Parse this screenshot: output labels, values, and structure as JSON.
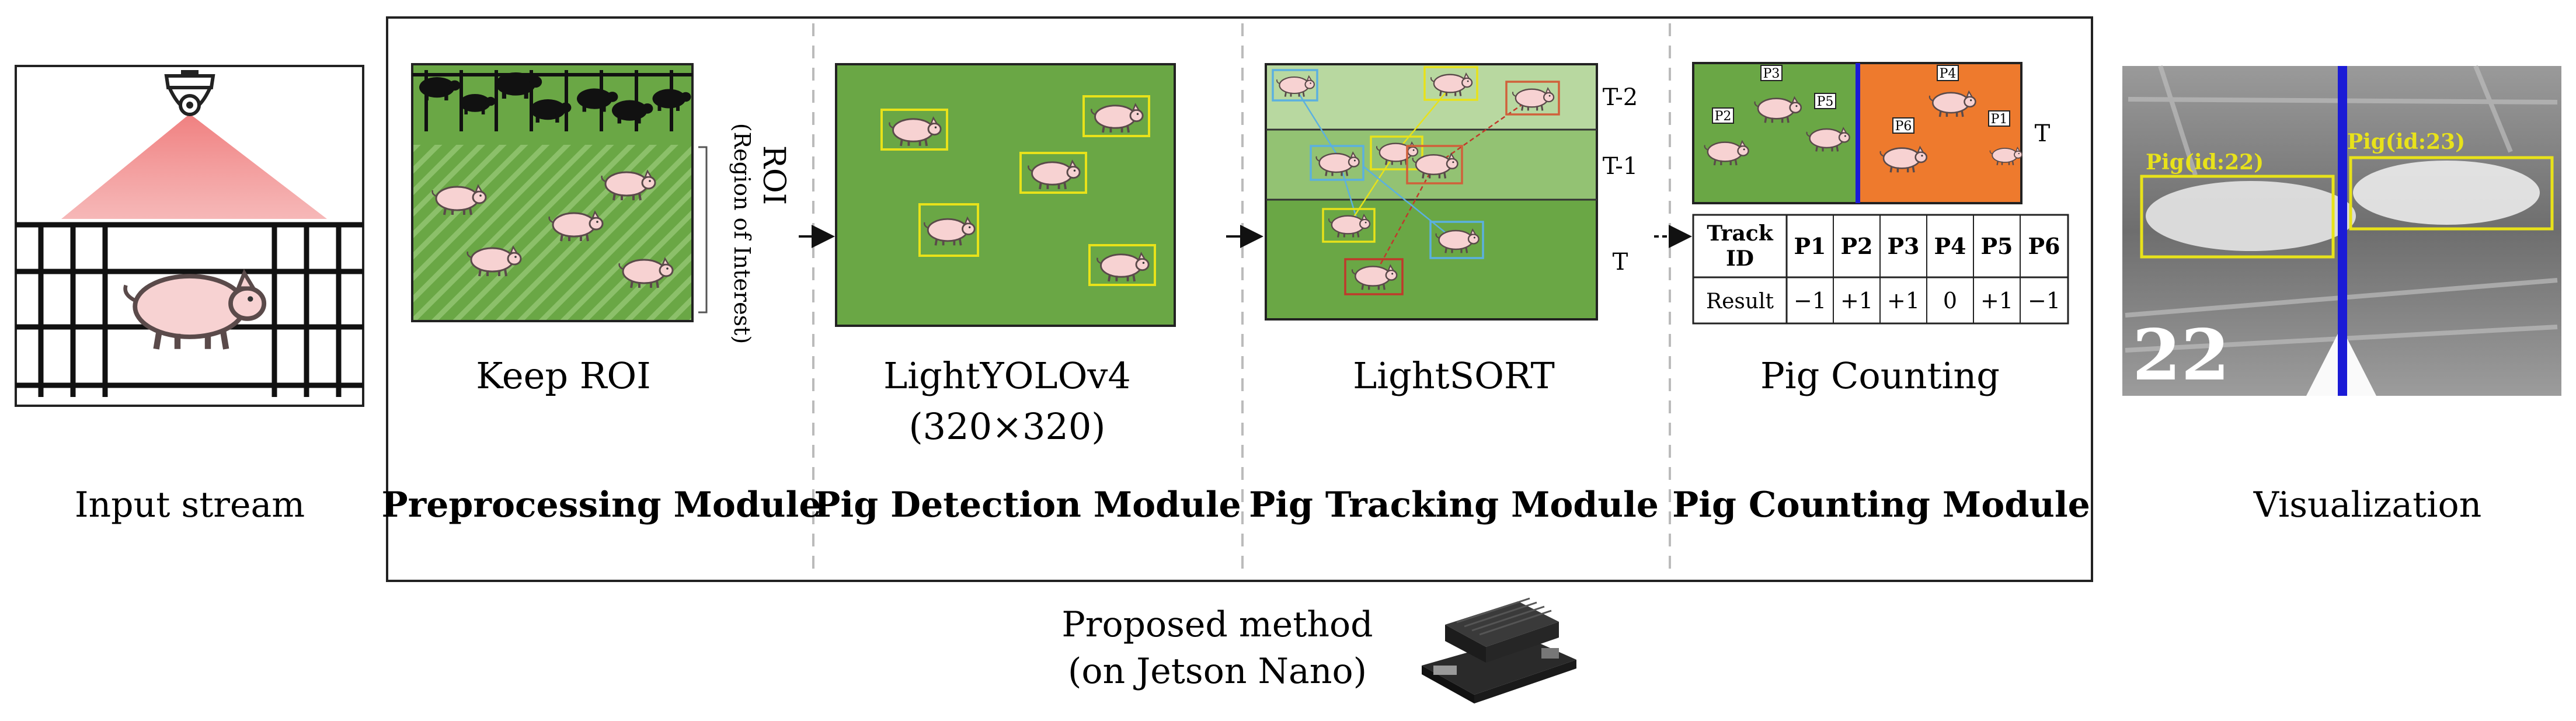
{
  "input_stream": {
    "caption": "Input stream"
  },
  "preprocessing": {
    "roi_label": "ROI",
    "roi_sublabel": "(Region of Interest)",
    "step_label": "Keep ROI",
    "module_label": "Preprocessing Module"
  },
  "detection": {
    "step_label": "LightYOLOv4",
    "step_sublabel": "(320×320)",
    "module_label": "Pig Detection Module"
  },
  "tracking": {
    "frames": [
      "T-2",
      "T-1",
      "T"
    ],
    "step_label": "LightSORT",
    "module_label": "Pig Tracking Module"
  },
  "counting": {
    "frame_label": "T",
    "pig_tags": [
      "P1",
      "P2",
      "P3",
      "P4",
      "P5",
      "P6"
    ],
    "table": {
      "header_line1": "Track",
      "header_line2": "ID",
      "ids": [
        "P1",
        "P2",
        "P3",
        "P4",
        "P5",
        "P6"
      ],
      "row_label": "Result",
      "results": [
        "−1",
        "+1",
        "+1",
        "0",
        "+1",
        "−1"
      ]
    },
    "step_label": "Pig Counting",
    "module_label": "Pig Counting Module"
  },
  "visualization": {
    "label_left": "Pig(id:22)",
    "label_right": "Pig(id:23)",
    "count": "22",
    "caption": "Visualization"
  },
  "proposed": {
    "line1": "Proposed method",
    "line2": "(on Jetson Nano)"
  },
  "colors": {
    "field_green": "#6aa745",
    "pen_orange": "#ee7a2d",
    "pig_pink": "#f7d2d2",
    "box_yellow": "#e8e21a",
    "count_line_blue": "#1b1bd6",
    "roi_red": "#f08080"
  }
}
